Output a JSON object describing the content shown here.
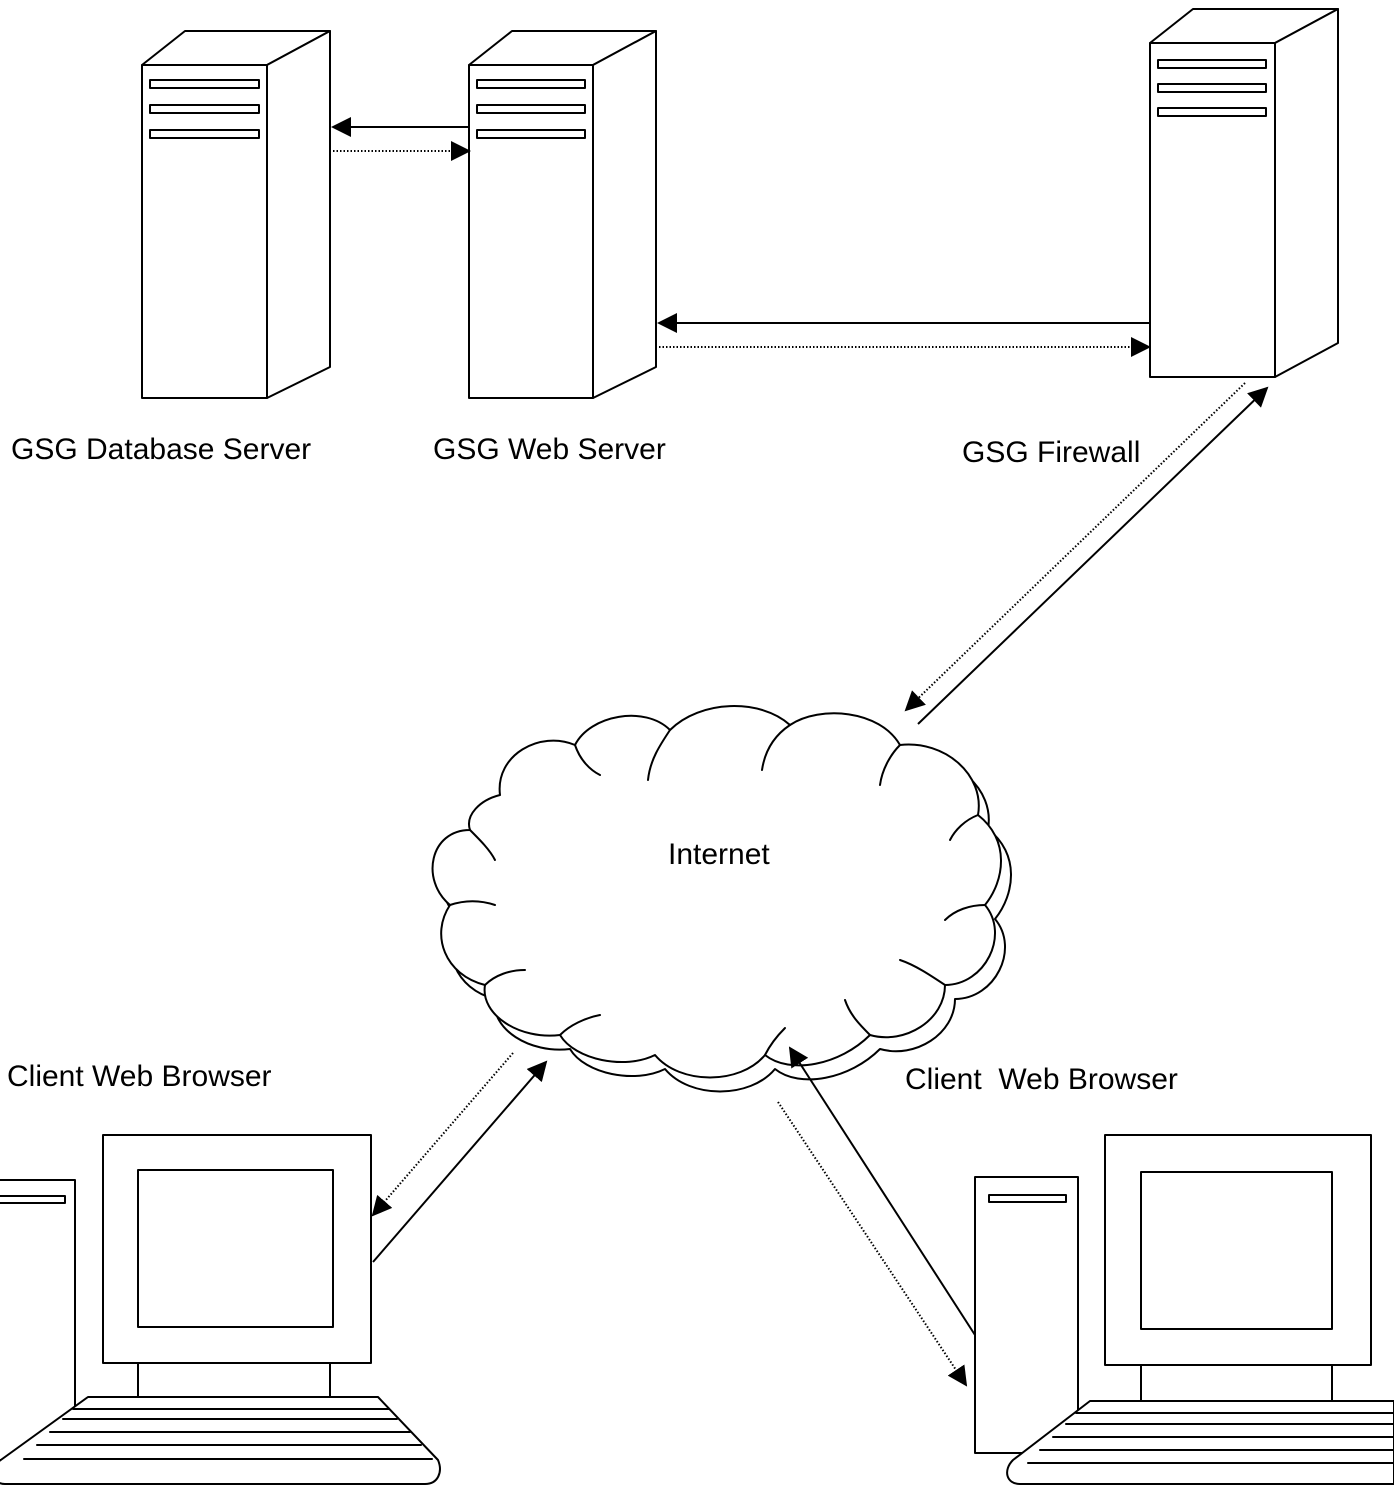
{
  "labels": {
    "database_server": "GSG Database Server",
    "web_server": "GSG Web Server",
    "firewall": "GSG Firewall",
    "internet": "Internet",
    "client_left": "Client Web Browser",
    "client_right": "Client  Web Browser"
  },
  "colors": {
    "line": "#000000",
    "background": "#ffffff"
  },
  "icons": {
    "database_server": "server-tower-icon",
    "web_server": "server-tower-icon",
    "firewall": "server-tower-icon",
    "internet": "cloud-icon",
    "client_left": "desktop-computer-icon",
    "client_right": "desktop-computer-icon"
  }
}
